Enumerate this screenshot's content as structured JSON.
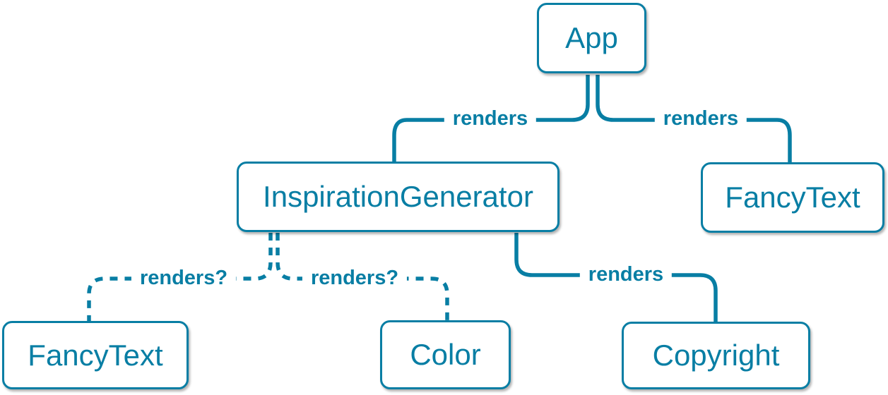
{
  "colors": {
    "accent": "#087EA4",
    "node_fill": "#ffffff"
  },
  "nodes": [
    {
      "id": "app",
      "label": "App"
    },
    {
      "id": "inspiration-generator",
      "label": "InspirationGenerator"
    },
    {
      "id": "fancy-text-top",
      "label": "FancyText"
    },
    {
      "id": "fancy-text-bottom",
      "label": "FancyText"
    },
    {
      "id": "color",
      "label": "Color"
    },
    {
      "id": "copyright",
      "label": "Copyright"
    }
  ],
  "edges": [
    {
      "from": "App",
      "to": "InspirationGenerator",
      "label": "renders",
      "style": "solid"
    },
    {
      "from": "App",
      "to": "FancyText",
      "label": "renders",
      "style": "solid"
    },
    {
      "from": "InspirationGenerator",
      "to": "FancyText",
      "label": "renders?",
      "style": "dashed"
    },
    {
      "from": "InspirationGenerator",
      "to": "Color",
      "label": "renders?",
      "style": "dashed"
    },
    {
      "from": "InspirationGenerator",
      "to": "Copyright",
      "label": "renders",
      "style": "solid"
    }
  ]
}
